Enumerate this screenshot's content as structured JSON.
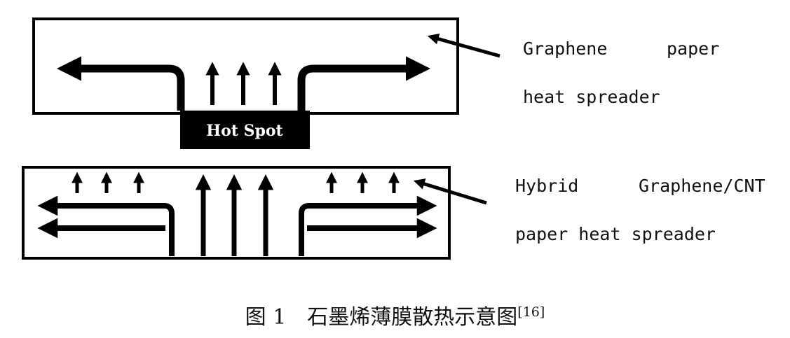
{
  "labels": {
    "top_line1_a": "Graphene",
    "top_line1_b": "paper",
    "top_line2": "heat spreader",
    "bottom_line1_a": "Hybrid",
    "bottom_line1_b": "Graphene/CNT",
    "bottom_line2": "paper heat spreader",
    "hot_spot": "Hot Spot"
  },
  "caption": {
    "text": "图 1　石墨烯薄膜散热示意图",
    "ref": "[16]"
  }
}
